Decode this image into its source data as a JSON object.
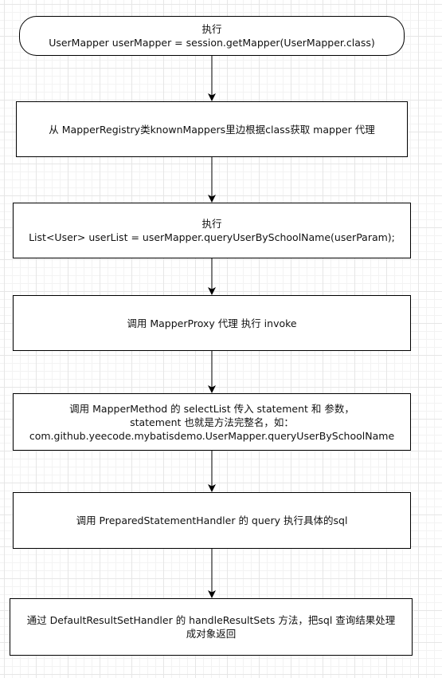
{
  "diagram": {
    "nodes": [
      {
        "id": "get-mapper",
        "lines": [
          "执行",
          "UserMapper userMapper = session.getMapper(UserMapper.class)"
        ]
      },
      {
        "id": "registry-lookup",
        "lines": [
          "从 MapperRegistry类knownMappers里边根据class获取 mapper 代理"
        ]
      },
      {
        "id": "query-call",
        "lines": [
          "执行",
          "List<User> userList =  userMapper.queryUserBySchoolName(userParam);"
        ]
      },
      {
        "id": "proxy-invoke",
        "lines": [
          "调用 MapperProxy 代理 执行 invoke"
        ]
      },
      {
        "id": "mapper-method",
        "lines": [
          "调用 MapperMethod 的 selectList 传入 statement 和 参数，",
          "statement 也就是方法完整名，如：",
          "com.github.yeecode.mybatisdemo.UserMapper.queryUserBySchoolName"
        ]
      },
      {
        "id": "statement-handler",
        "lines": [
          "调用 PreparedStatementHandler 的 query 执行具体的sql"
        ]
      },
      {
        "id": "result-handler",
        "lines": [
          "通过 DefaultResultSetHandler 的 handleResultSets 方法，把sql 查询结果处理成对象返回"
        ]
      }
    ],
    "edges": [
      {
        "from": "get-mapper",
        "to": "registry-lookup"
      },
      {
        "from": "registry-lookup",
        "to": "query-call"
      },
      {
        "from": "query-call",
        "to": "proxy-invoke"
      },
      {
        "from": "proxy-invoke",
        "to": "mapper-method"
      },
      {
        "from": "mapper-method",
        "to": "statement-handler"
      },
      {
        "from": "statement-handler",
        "to": "result-handler"
      }
    ]
  }
}
